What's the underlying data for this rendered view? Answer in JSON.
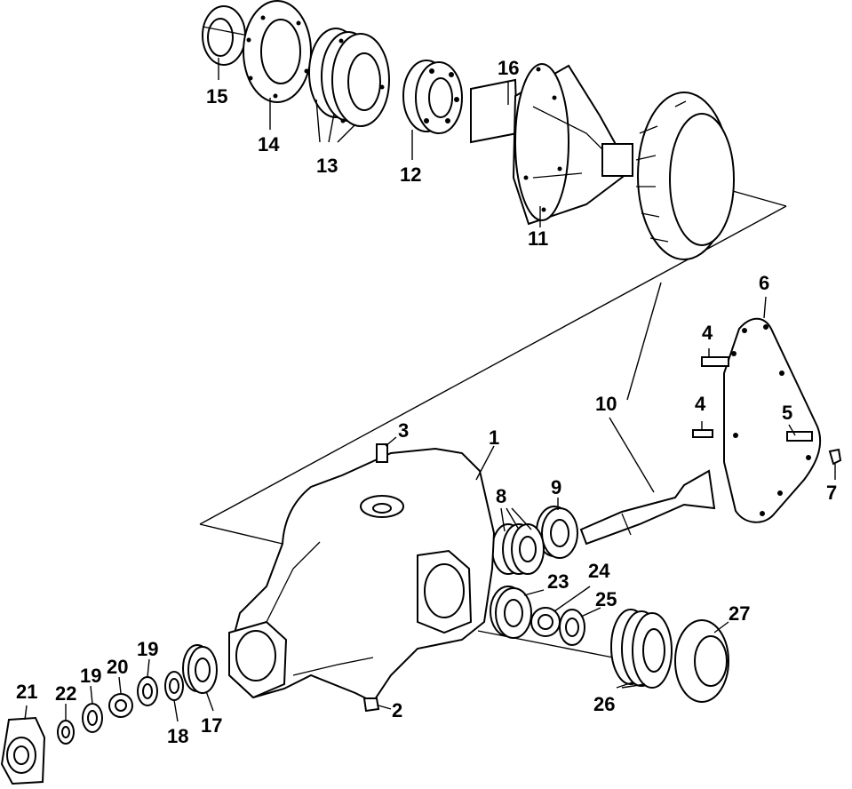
{
  "callouts": [
    {
      "id": "c1",
      "label": "1"
    },
    {
      "id": "c2",
      "label": "2"
    },
    {
      "id": "c3",
      "label": "3"
    },
    {
      "id": "c4a",
      "label": "4"
    },
    {
      "id": "c4b",
      "label": "4"
    },
    {
      "id": "c5",
      "label": "5"
    },
    {
      "id": "c6",
      "label": "6"
    },
    {
      "id": "c7",
      "label": "7"
    },
    {
      "id": "c8",
      "label": "8"
    },
    {
      "id": "c9",
      "label": "9"
    },
    {
      "id": "c10",
      "label": "10"
    },
    {
      "id": "c11",
      "label": "11"
    },
    {
      "id": "c12",
      "label": "12"
    },
    {
      "id": "c13",
      "label": "13"
    },
    {
      "id": "c14",
      "label": "14"
    },
    {
      "id": "c15",
      "label": "15"
    },
    {
      "id": "c16",
      "label": "16"
    },
    {
      "id": "c17",
      "label": "17"
    },
    {
      "id": "c18",
      "label": "18"
    },
    {
      "id": "c19a",
      "label": "19"
    },
    {
      "id": "c19b",
      "label": "19"
    },
    {
      "id": "c20",
      "label": "20"
    },
    {
      "id": "c21",
      "label": "21"
    },
    {
      "id": "c22",
      "label": "22"
    },
    {
      "id": "c23",
      "label": "23"
    },
    {
      "id": "c24",
      "label": "24"
    },
    {
      "id": "c25",
      "label": "25"
    },
    {
      "id": "c26",
      "label": "26"
    },
    {
      "id": "c27",
      "label": "27"
    }
  ]
}
